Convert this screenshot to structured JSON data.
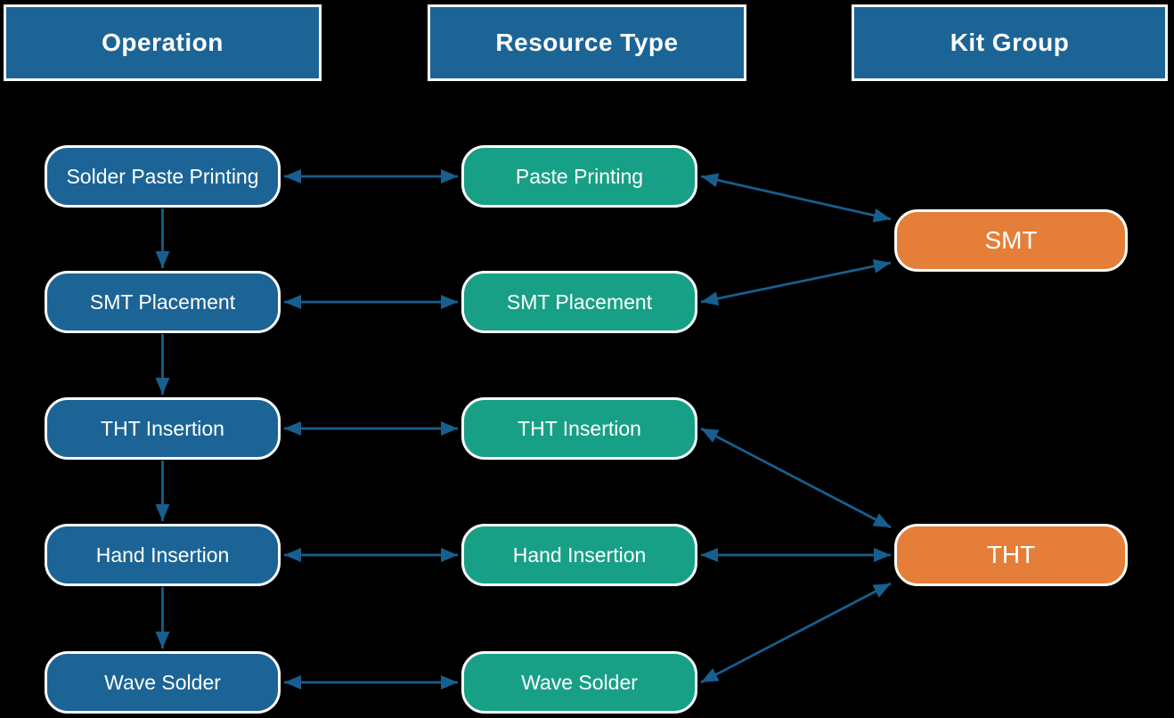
{
  "columns": [
    {
      "header": "Operation",
      "items": [
        "Solder Paste Printing",
        "SMT Placement",
        "THT Insertion",
        "Hand Insertion",
        "Wave Solder"
      ]
    },
    {
      "header": "Resource Type",
      "items": [
        "Paste Printing",
        "SMT Placement",
        "THT Insertion",
        "Hand Insertion",
        "Wave Solder"
      ]
    },
    {
      "header": "Kit Group",
      "items": [
        "SMT",
        "THT"
      ]
    }
  ],
  "links": {
    "operation_sequence": [
      [
        "Solder Paste Printing",
        "SMT Placement"
      ],
      [
        "SMT Placement",
        "THT Insertion"
      ],
      [
        "THT Insertion",
        "Hand Insertion"
      ],
      [
        "Hand Insertion",
        "Wave Solder"
      ]
    ],
    "operation_resource_bidirectional": [
      [
        "Solder Paste Printing",
        "Paste Printing"
      ],
      [
        "SMT Placement",
        "SMT Placement"
      ],
      [
        "THT Insertion",
        "THT Insertion"
      ],
      [
        "Hand Insertion",
        "Hand Insertion"
      ],
      [
        "Wave Solder",
        "Wave Solder"
      ]
    ],
    "resource_kit_bidirectional": [
      [
        "Paste Printing",
        "SMT"
      ],
      [
        "SMT Placement",
        "SMT"
      ],
      [
        "THT Insertion",
        "THT"
      ],
      [
        "Hand Insertion",
        "THT"
      ],
      [
        "Wave Solder",
        "THT"
      ]
    ]
  },
  "colors": {
    "background": "#000000",
    "header_fill": "#1C6496",
    "operation_fill": "#1C6496",
    "resource_fill": "#18A086",
    "kit_fill": "#E57E38",
    "arrow": "#175F8F",
    "text": "#FFFFFF",
    "node_border": "#FFFFFF"
  }
}
